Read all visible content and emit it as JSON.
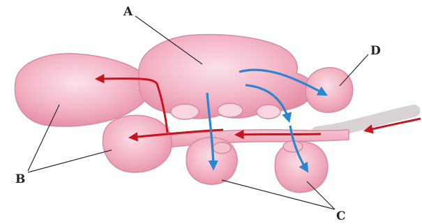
{
  "labels": {
    "a": "A",
    "b": "B",
    "c": "C",
    "d": "D"
  },
  "colors": {
    "tissue_light": "#f9d3de",
    "tissue_mid": "#f2a9bd",
    "tissue_dark": "#e48aa3",
    "outline": "#d98aa0",
    "red_arrow": "#c8141e",
    "blue_arrow": "#2a86cf",
    "label_ink": "#222222",
    "duct_gray": "#cfc9cb"
  }
}
